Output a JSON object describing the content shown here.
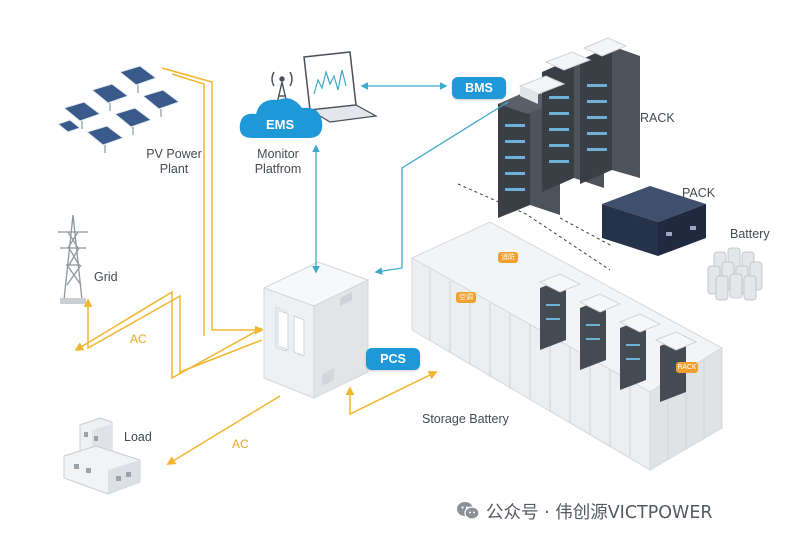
{
  "labels": {
    "pv_line1": "PV Power",
    "pv_line2": "Plant",
    "grid": "Grid",
    "load": "Load",
    "monitor_line1": "Monitor",
    "monitor_line2": "Platfrom",
    "rack": "RACK",
    "pack": "PACK",
    "battery": "Battery",
    "storage_battery": "Storage Battery",
    "ac_top": "AC",
    "ac_bottom": "AC"
  },
  "badges": {
    "ems": "EMS",
    "bms": "BMS",
    "pcs": "PCS"
  },
  "container_tags": {
    "tag1": "消防",
    "tag2": "空调",
    "tag3": "RACK"
  },
  "watermark": {
    "text": "公众号 · 伟创源VICTPOWER"
  },
  "colors": {
    "ac_line": "#f2b52f",
    "comm_line": "#3fa9c9",
    "badge": "#1e98d6",
    "tag": "#f0a030"
  }
}
